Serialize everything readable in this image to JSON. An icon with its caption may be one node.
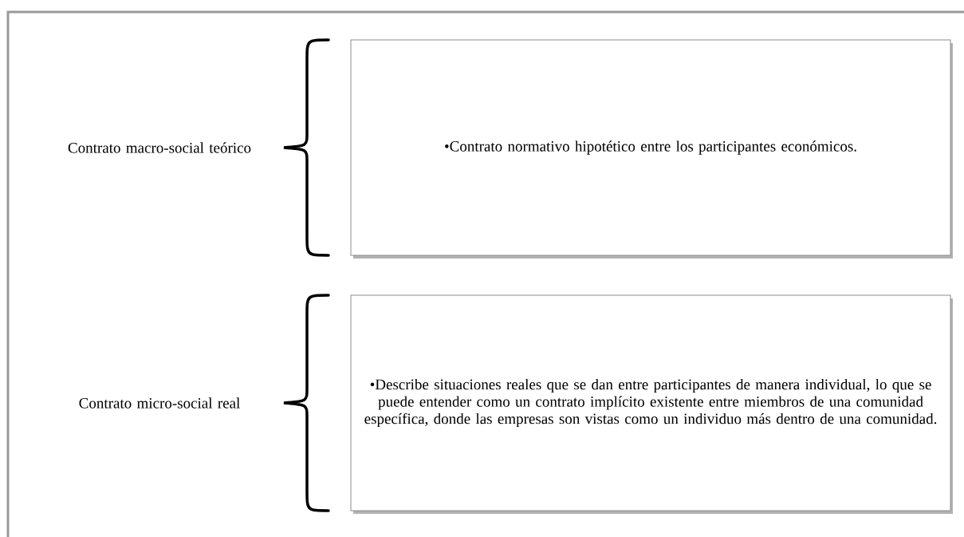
{
  "diagram": {
    "nodes": [
      {
        "text": [
          "Contrato macro-social teórico"
        ]
      },
      {
        "text": [
          "•Contrato normativo hipotético entre los participantes económicos."
        ]
      },
      {
        "text": [
          "Contrato micro-social real"
        ]
      },
      {
        "text": [
          "•Describe situaciones reales que se dan entre participantes de manera individual, lo que se puede entender como un contrato implícito existente entre miembros de una comunidad específica, donde las empresas son vistas como un individuo más dentro de una comunidad."
        ]
      }
    ]
  }
}
